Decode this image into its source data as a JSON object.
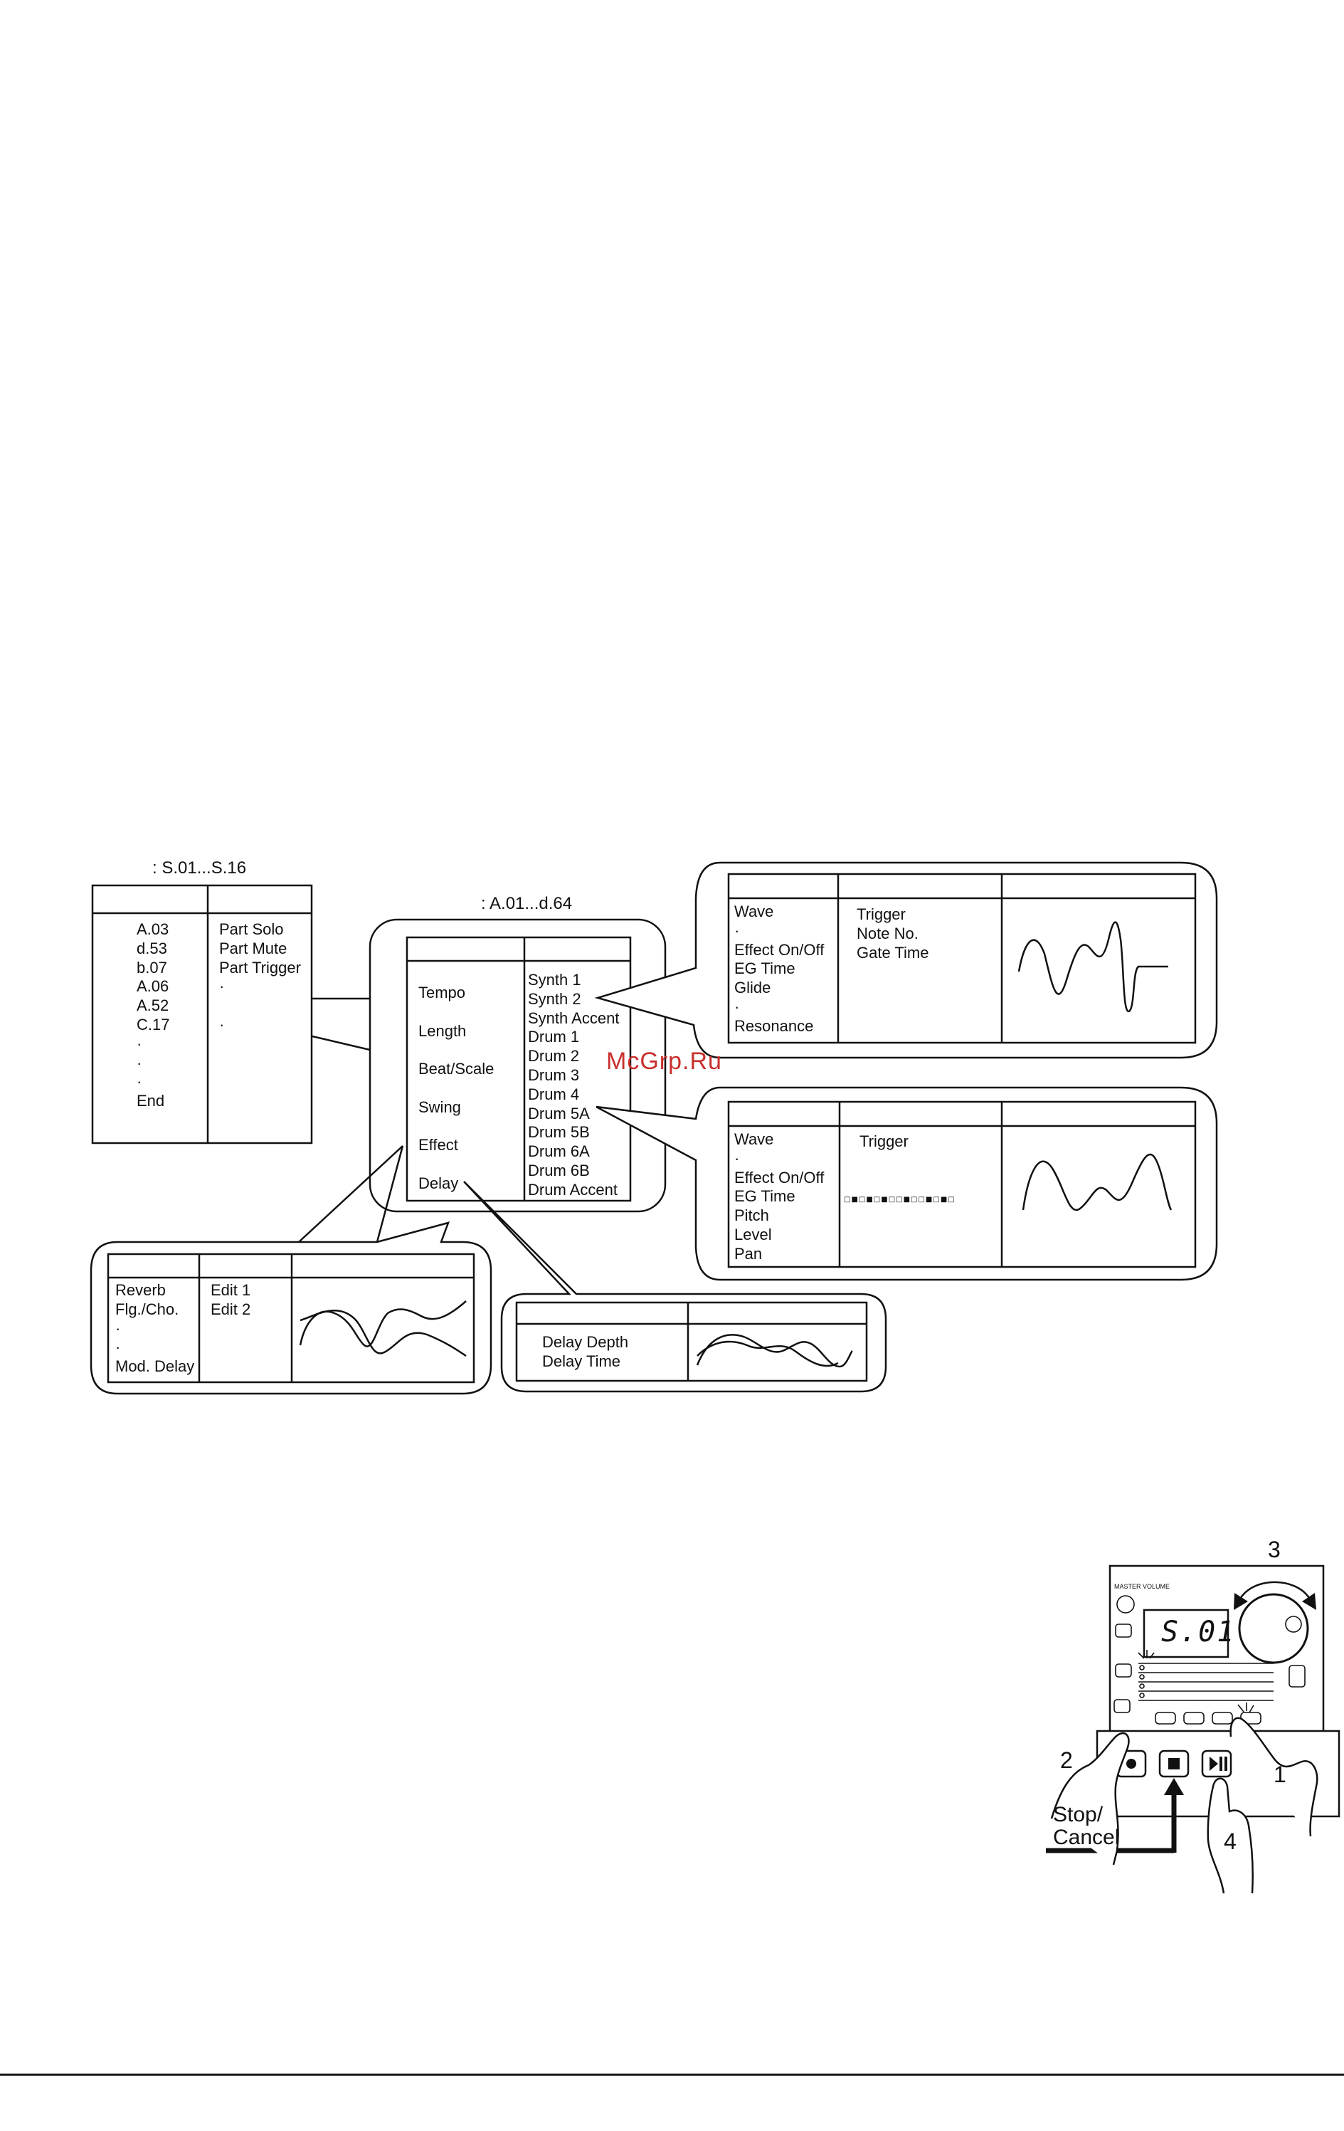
{
  "song_table": {
    "header": ": S.01...S.16",
    "patterns": [
      "A.03",
      "d.53",
      "b.07",
      "A.06",
      "A.52",
      "C.17",
      "·",
      "·",
      "·",
      "End"
    ],
    "params": [
      "Part Solo",
      "Part Mute",
      "Part Trigger",
      "·",
      "",
      "·"
    ]
  },
  "pattern_table": {
    "header": ": A.01...d.64",
    "params": [
      "Tempo",
      "Length",
      "Beat/Scale",
      "Swing",
      "Effect",
      "Delay"
    ],
    "parts": [
      "Synth 1",
      "Synth 2",
      "Synth Accent",
      "Drum 1",
      "Drum 2",
      "Drum 3",
      "Drum 4",
      "Drum 5A",
      "Drum 5B",
      "Drum 6A",
      "Drum 6B",
      "Drum Accent"
    ]
  },
  "synth_part": {
    "params": [
      "Wave",
      "·",
      "Effect On/Off",
      "EG Time",
      "Glide",
      "·",
      "Resonance"
    ],
    "seq": [
      "Trigger",
      "Note No.",
      "Gate Time"
    ]
  },
  "drum_part": {
    "params": [
      "Wave",
      "·",
      "Effect On/Off",
      "EG Time",
      "Pitch",
      "Level",
      "Pan"
    ],
    "seq": [
      "Trigger"
    ],
    "trigger_glyphs": "□■□■□■□□■□□■□■□"
  },
  "effect_box": {
    "types": [
      "Reverb",
      "Flg./Cho.",
      "·",
      "·",
      "Mod. Delay"
    ],
    "edits": [
      "Edit 1",
      "Edit 2"
    ]
  },
  "delay_box": {
    "params": [
      "Delay Depth",
      "Delay Time"
    ]
  },
  "watermark": "McGrp.Ru",
  "device": {
    "display_value": "S.01",
    "steps": [
      "1",
      "2",
      "3",
      "4"
    ],
    "stop_label_1": "Stop/",
    "stop_label_2": "Cancel"
  }
}
